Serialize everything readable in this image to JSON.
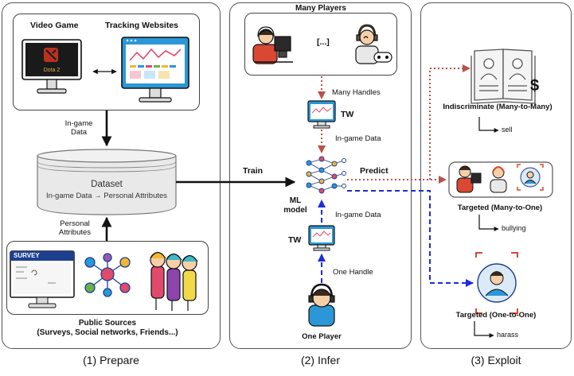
{
  "colors": {
    "red": "#b5534a",
    "blue": "#1f2bd6",
    "black": "#111111"
  },
  "prepare": {
    "caption": "(1)  Prepare",
    "video_game": "Video Game",
    "tracking_websites": "Tracking Websites",
    "game_logo": "Dota 2",
    "ingame_data": [
      "In-game",
      "Data"
    ],
    "dataset_title": "Dataset",
    "dataset_sub": "In-game Data → Personal Attributes",
    "personal_attributes": [
      "Personal",
      "Attributes"
    ],
    "survey": "SURVEY",
    "public_sources": [
      "Public Sources",
      "(Surveys, Social networks, Friends...)"
    ]
  },
  "infer": {
    "caption": "(2)  Infer",
    "many_players": "Many Players",
    "ellipsis": "[...]",
    "many_handles": "Many Handles",
    "tw_top": "TW",
    "ingame_top": "In-game Data",
    "train": "Train",
    "predict": "Predict",
    "ml_model": [
      "ML",
      "model"
    ],
    "ingame_bottom": "In-game Data",
    "tw_bottom": "TW",
    "one_handle": "One Handle",
    "one_player": "One Player"
  },
  "exploit": {
    "caption": "(3)  Exploit",
    "indiscriminate": "Indiscriminate (Many-to-Many)",
    "sell": "sell",
    "targeted_m2o": "Targeted (Many-to-One)",
    "bullying": "bullying",
    "targeted_o2o": "Targeted (One-to-One)",
    "harass": "harass",
    "dollar": "$"
  }
}
